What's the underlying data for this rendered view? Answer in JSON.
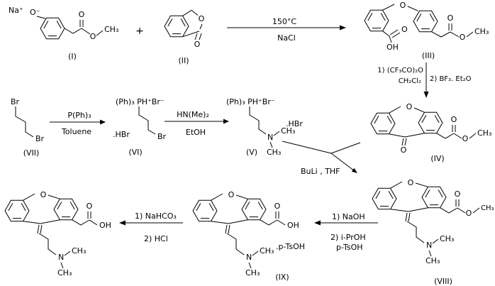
{
  "compounds": {
    "i": {
      "label": "(I)",
      "cation": "Na⁺",
      "phenolate": "O⁻",
      "carbonyl_o": "O",
      "ester_o": "O",
      "methyl": "CH₃"
    },
    "ii": {
      "label": "(II)",
      "ring_o": "O",
      "carbonyl_o": "O"
    },
    "iii": {
      "label": "(III)",
      "bridge_o": "O",
      "acid_o": "O",
      "acid_oh": "OH",
      "ester_carbonyl_o": "O",
      "ester_o": "O",
      "methyl": "CH₃"
    },
    "iv": {
      "label": "(IV)",
      "ring_o": "O",
      "ketone_o": "O",
      "ester_carbonyl_o": "O",
      "ester_o": "O",
      "methyl": "CH₃"
    },
    "v": {
      "label": "(V)",
      "phosphonium": "(Ph)₃ PH⁺Br⁻",
      "amine_n": "N",
      "methyl_a": "CH₃",
      "methyl_b": "CH₃",
      "salt": ".HBr"
    },
    "vi": {
      "label": "(VI)",
      "phosphonium": "(Ph)₃ PH⁺Br⁻",
      "bromide": "Br",
      "salt": ".HBr"
    },
    "vii": {
      "label": "(VII)",
      "bromide_top": "Br",
      "bromide_bottom": "Br"
    },
    "viii": {
      "label": "(VIII)",
      "ring_o": "O",
      "amine_n": "N",
      "methyl_a": "CH₃",
      "methyl_b": "CH₃",
      "ester_carbonyl_o": "O",
      "ester_o": "O",
      "ester_methyl": "CH₃"
    },
    "ix": {
      "label": "(IX)",
      "ring_o": "O",
      "acid_o": "O",
      "acid_oh": "OH",
      "amine_n": "N",
      "methyl_a": "CH₃",
      "methyl_b": "CH₃",
      "salt": ".p-TsOH"
    },
    "x": {
      "ring_o": "O",
      "acid_o": "O",
      "acid_oh": "OH",
      "amine_n": "N",
      "methyl_a": "CH₃",
      "methyl_b": "CH₃"
    }
  },
  "operators": {
    "plus": "+"
  },
  "steps": {
    "s1": {
      "above": "150°C",
      "below": "NaCl"
    },
    "s2": {
      "l1": "1) (CF₃CO)₂O",
      "l2": "CH₂Cl₂",
      "r1": "2) BF₃. Et₂O"
    },
    "s3": {
      "above": "P(Ph)₃",
      "below": "Toluene"
    },
    "s4": {
      "above": "HN(Me)₂",
      "below": "EtOH"
    },
    "s5": {
      "label": "BuLi , THF"
    },
    "s6": {
      "a": "1) NaOH",
      "b": "2) i-PrOH",
      "c": "p-TsOH"
    },
    "s7": {
      "a": "1) NaHCO₃",
      "b": "2) HCl"
    }
  }
}
